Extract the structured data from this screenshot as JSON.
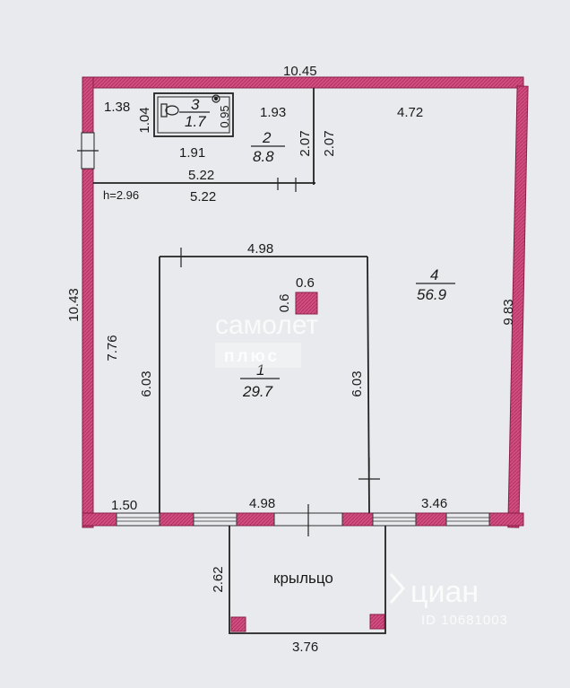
{
  "plan": {
    "dimensions": {
      "top_total": "10.45",
      "left_total": "10.43",
      "right_outer": "9.83",
      "inner_left": "7.76",
      "wc_left": "1.38",
      "wc_height": "1.04",
      "wc_door": "0.95",
      "wc_bottom": "1.91",
      "room2_top": "1.93",
      "room2_height_a": "2.07",
      "room2_height_b": "2.07",
      "room4_top": "4.72",
      "partition_len_a": "5.22",
      "partition_len_b": "5.22",
      "ceiling_height": "h=2.96",
      "room1_top": "4.98",
      "room1_left": "6.03",
      "room1_right": "6.03",
      "column_w": "0.6",
      "column_h": "0.6",
      "bottom_left": "1.50",
      "bottom_mid": "4.98",
      "bottom_right": "3.46",
      "porch_height": "2.62",
      "porch_width": "3.76"
    },
    "rooms": [
      {
        "number": "1",
        "area": "29.7"
      },
      {
        "number": "2",
        "area": "8.8"
      },
      {
        "number": "3",
        "area": "1.7"
      },
      {
        "number": "4",
        "area": "56.9"
      }
    ],
    "porch_label": "крыльцо",
    "colors": {
      "wall": "#c9356b",
      "wall_fill": "#cf4f80",
      "line": "#222222",
      "background": "#e9eaed"
    }
  },
  "watermarks": {
    "samolet_line1": "самолет",
    "samolet_line2": "плюс",
    "cian_logo": "циан",
    "cian_id": "ID 10681003"
  }
}
